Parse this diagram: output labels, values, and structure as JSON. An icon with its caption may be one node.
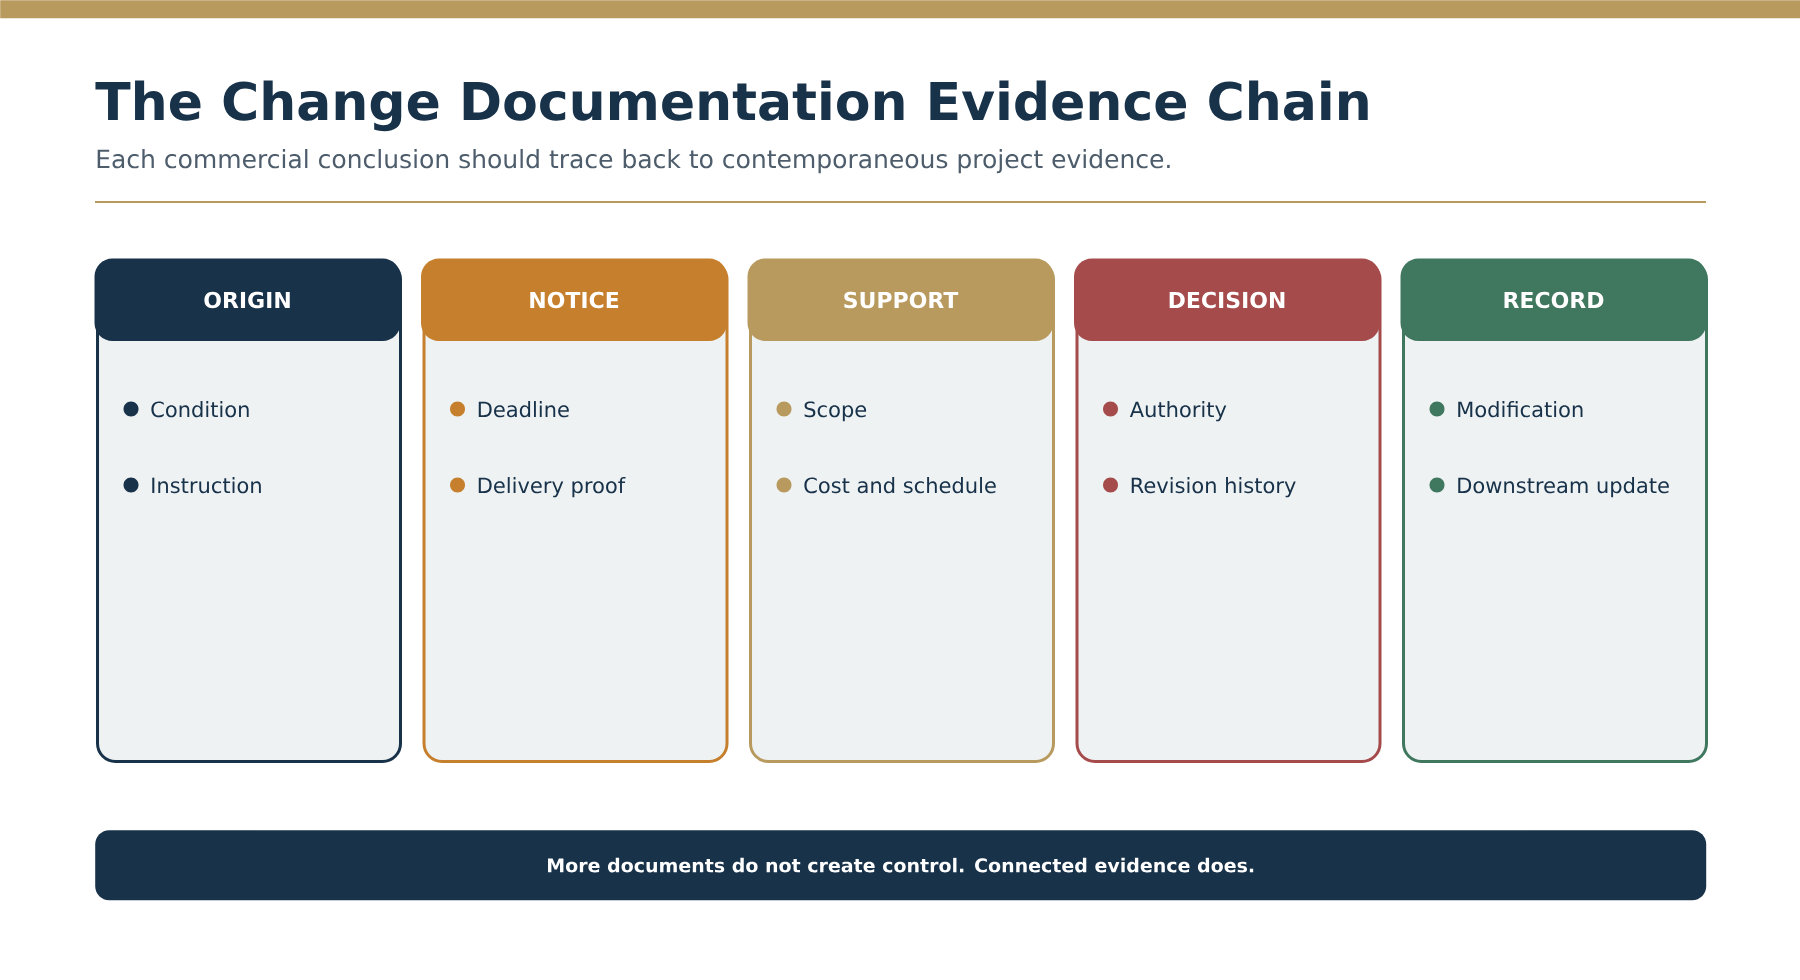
{
  "diagram": {
    "title": "The Change Documentation Evidence Chain",
    "nodes": [
      {
        "text": [],
        "shape": "bar"
      },
      {
        "text": [
          "ORIGIN",
          "Condition",
          "Instruction"
        ]
      },
      {
        "text": [
          "NOTICE",
          "Deadline",
          "Delivery proof"
        ]
      },
      {
        "text": [
          "SUPPORT",
          "Scope",
          "Cost and schedule"
        ]
      },
      {
        "text": [
          "DECISION",
          "Authority",
          "Revision history"
        ]
      },
      {
        "text": [
          "RECORD",
          "Modification",
          "Downstream update"
        ]
      },
      {
        "text": [
          "More documents do not create control. Connected evidence does."
        ]
      }
    ],
    "labels": [
      "Each commercial conclusion should trace back to contemporaneous project evidence."
    ]
  }
}
